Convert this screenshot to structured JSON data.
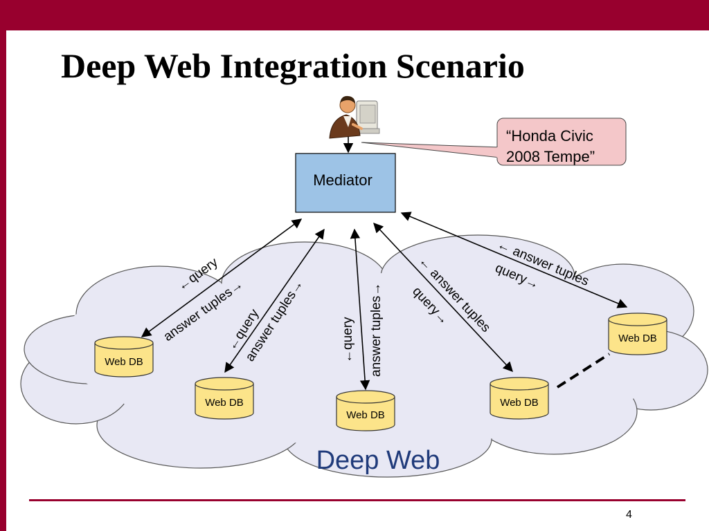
{
  "slide": {
    "title": "Deep Web Integration Scenario",
    "page_number": "4"
  },
  "diagram": {
    "mediator_label": "Mediator",
    "user_icon": "person-at-computer-icon",
    "callout_line1": "“Honda Civic",
    "callout_line2": "2008 Tempe”",
    "cloud_label": "Deep Web",
    "db_label": "Web DB",
    "query_left": "←query",
    "query_right": "query→",
    "answer_left": "← answer tuples",
    "answer_right": "answer tuples→",
    "colors": {
      "accent": "#98002e",
      "mediator_fill": "#9dc3e6",
      "callout_fill": "#f4c7c9",
      "cloud_fill": "#e8e8f4",
      "db_fill": "#fce48a",
      "cloud_label": "#1f3a7a"
    }
  }
}
